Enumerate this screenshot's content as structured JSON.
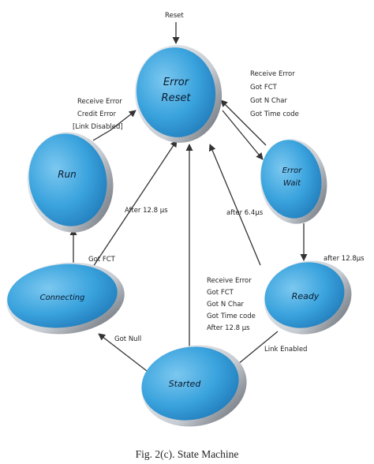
{
  "diagram": {
    "states": {
      "error_reset": [
        "Error",
        "Reset"
      ],
      "error_wait": [
        "Error",
        "Wait"
      ],
      "run": "Run",
      "connecting": "Connecting",
      "ready": "Ready",
      "started": "Started"
    },
    "labels": {
      "reset": "Reset",
      "er_to_wait": [
        "Receive Error",
        "Got FCT",
        "Got N Char",
        "Got Time code"
      ],
      "run_to_er": [
        "Receive Error",
        "Credit Error",
        "[Link Disabled]"
      ],
      "wait_to_er": "after 6.4µs",
      "wait_to_ready": "after 12.8µs",
      "conn_to_er": "After 12.8 µs",
      "conn_to_run": "Got FCT",
      "ready_to_er": [
        "Receive Error",
        "Got FCT",
        "Got N Char",
        "Got Time code",
        "After 12.8 µs"
      ],
      "started_to_conn": "Got Null",
      "ready_to_started": "Link Enabled"
    },
    "caption": "Fig. 2(c). State Machine"
  },
  "colors": {
    "node_fill": "#3aa3dd",
    "node_rim": "#d9dde2",
    "line": "#333333"
  }
}
